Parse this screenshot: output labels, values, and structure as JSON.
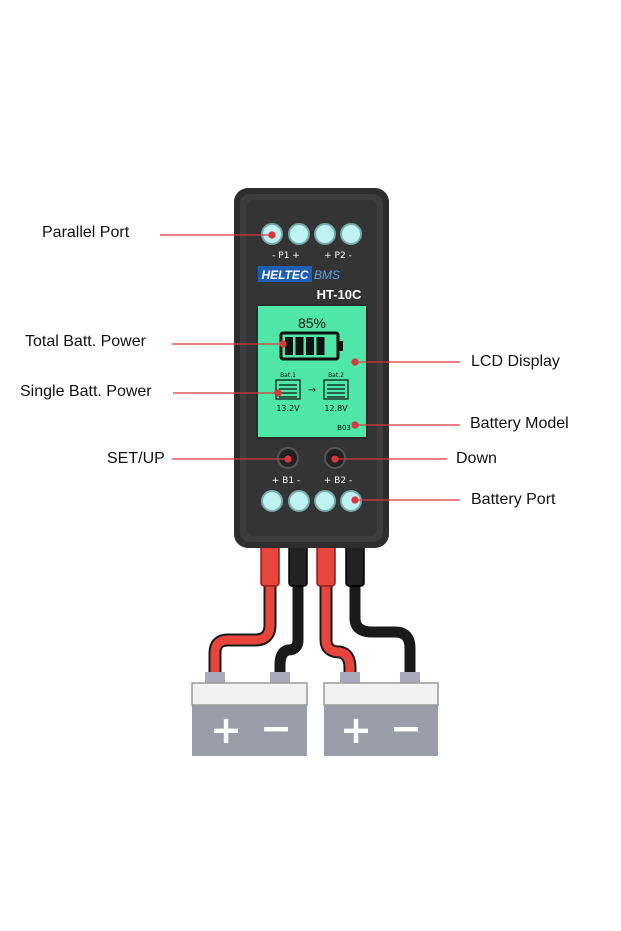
{
  "labels": {
    "parallel_port": "Parallel Port",
    "total_batt_power": "Total Batt. Power",
    "single_batt_power": "Single Batt. Power",
    "set_up": "SET/UP",
    "lcd_display": "LCD Display",
    "battery_model": "Battery Model",
    "down": "Down",
    "battery_port": "Battery Port"
  },
  "device": {
    "brand": "HELTEC",
    "brand_suffix": "BMS",
    "model": "HT-10C",
    "top_port_left": "- P1 +",
    "top_port_right": "+ P2 -",
    "bottom_port_left": "+ B1 -",
    "bottom_port_right": "+ B2 -"
  },
  "lcd": {
    "total_percent": "85%",
    "total_level": 0.85,
    "bat1_label": "Bat.1",
    "bat2_label": "Bat.2",
    "bat1_voltage": "13.2V",
    "bat2_voltage": "12.8V",
    "arrow": "→",
    "model_code": "B03"
  },
  "batteries": [
    {
      "plus": "+",
      "minus": "−"
    },
    {
      "plus": "+",
      "minus": "−"
    }
  ],
  "colors": {
    "red_wire": "#e8453c",
    "black_wire": "#1a1a1a",
    "lcd": "#4fe7a8",
    "port": "#bff3f3",
    "body": "#3a3a3a",
    "brand_blue": "#1c5fb5"
  }
}
